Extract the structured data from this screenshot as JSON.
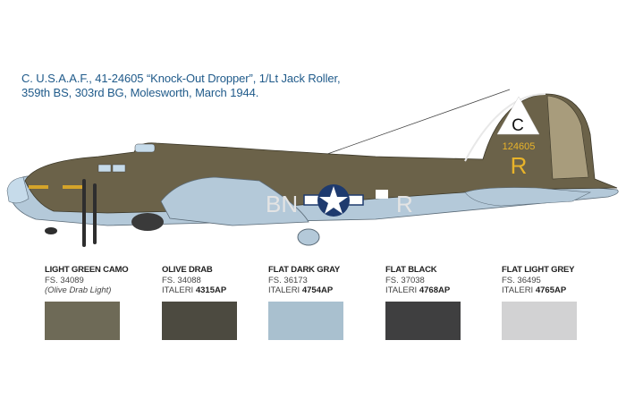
{
  "caption": {
    "line1": "C. U.S.A.A.F., 41-24605 “Knock-Out Dropper”, 1/Lt Jack Roller,",
    "line2": "359th BS, 303rd BG, Molesworth, March 1944."
  },
  "aircraft": {
    "fuselage_code": "BN",
    "fuselage_letter": "R",
    "tail_group_letter": "C",
    "tail_serial": "124605",
    "tail_letter": "R",
    "colors": {
      "upper": "#6b6249",
      "lower": "#b4c9d9",
      "codes": "#e4e4e4",
      "tail_yellow": "#e8b32a",
      "roundel_blue": "#1e3a6e"
    }
  },
  "swatches": [
    {
      "name": "LIGHT GREEN CAMO",
      "fs": "FS. 34089",
      "note": "(Olive Drab Light)",
      "italeri_prefix": "",
      "italeri_code": "",
      "color": "#6e6a57"
    },
    {
      "name": "OLIVE DRAB",
      "fs": "FS. 34088",
      "note": "",
      "italeri_prefix": "ITALERI ",
      "italeri_code": "4315AP",
      "color": "#4c4a40"
    },
    {
      "name": "FLAT DARK GRAY",
      "fs": "FS. 36173",
      "note": "",
      "italeri_prefix": "ITALERI ",
      "italeri_code": "4754AP",
      "color": "#a9c0cf"
    },
    {
      "name": "FLAT BLACK",
      "fs": "FS. 37038",
      "note": "",
      "italeri_prefix": "ITALERI ",
      "italeri_code": "4768AP",
      "color": "#3f3f40"
    },
    {
      "name": "FLAT LIGHT GREY",
      "fs": "FS. 36495",
      "note": "",
      "italeri_prefix": "ITALERI ",
      "italeri_code": "4765AP",
      "color": "#d2d2d3"
    }
  ]
}
